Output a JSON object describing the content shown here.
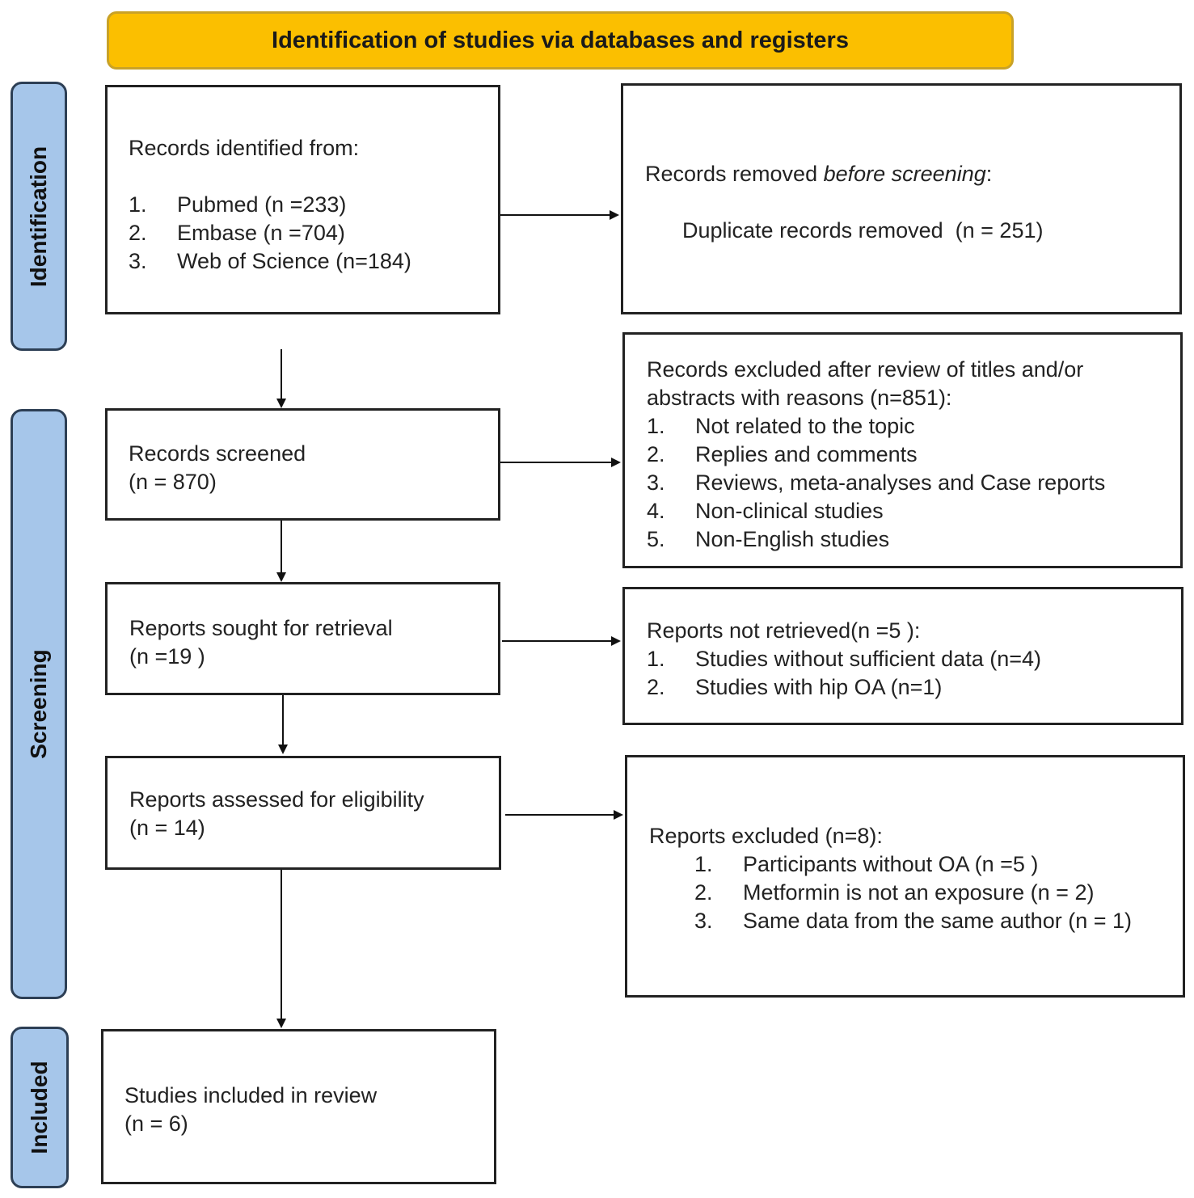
{
  "header": {
    "title": "Identification of studies via databases and registers"
  },
  "phases": {
    "identification": "Identification",
    "screening": "Screening",
    "included": "Included"
  },
  "boxes": {
    "records_identified": {
      "title": "Records identified from:",
      "items": [
        {
          "num": "1.",
          "text": "Pubmed (n =233)"
        },
        {
          "num": "2.",
          "text": "Embase (n =704)"
        },
        {
          "num": "3.",
          "text": "Web of Science (n=184)"
        }
      ]
    },
    "records_removed": {
      "title_prefix": "Records removed ",
      "title_italic": "before screening",
      "title_suffix": ":",
      "detail": "Duplicate records removed  (n = 251)"
    },
    "records_screened": {
      "line1": "Records screened",
      "line2": "(n = 870)"
    },
    "records_excluded": {
      "line1": "Records excluded after review of titles and/or",
      "line2": "abstracts with reasons (n=851):",
      "items": [
        {
          "num": "1.",
          "text": "Not related to the topic"
        },
        {
          "num": "2.",
          "text": "Replies and comments"
        },
        {
          "num": "3.",
          "text": "Reviews, meta-analyses and Case reports"
        },
        {
          "num": "4.",
          "text": "Non-clinical studies"
        },
        {
          "num": "5.",
          "text": "Non-English studies"
        }
      ]
    },
    "reports_sought": {
      "line1": "Reports sought for retrieval",
      "line2": "(n =19 )"
    },
    "reports_not_retrieved": {
      "title": "Reports not retrieved(n =5 ):",
      "items": [
        {
          "num": "1.",
          "text": "Studies without sufficient data (n=4)"
        },
        {
          "num": "2.",
          "text": "Studies with hip OA (n=1)"
        }
      ]
    },
    "reports_assessed": {
      "line1": "Reports assessed for eligibility",
      "line2": "(n = 14)"
    },
    "reports_excluded": {
      "title": "Reports excluded (n=8):",
      "items": [
        {
          "num": "1.",
          "text": "Participants without OA (n =5 )"
        },
        {
          "num": "2.",
          "text": "Metformin is not an exposure (n = 2)"
        },
        {
          "num": "3.",
          "text": "Same data from the same author (n = 1)"
        }
      ]
    },
    "studies_included": {
      "line1": "Studies included in review",
      "line2": "(n = 6)"
    }
  },
  "colors": {
    "header_fill": "#fbbf00",
    "phase_fill": "#a6c6ea",
    "phase_border": "#2d3f55",
    "box_border": "#222222"
  }
}
